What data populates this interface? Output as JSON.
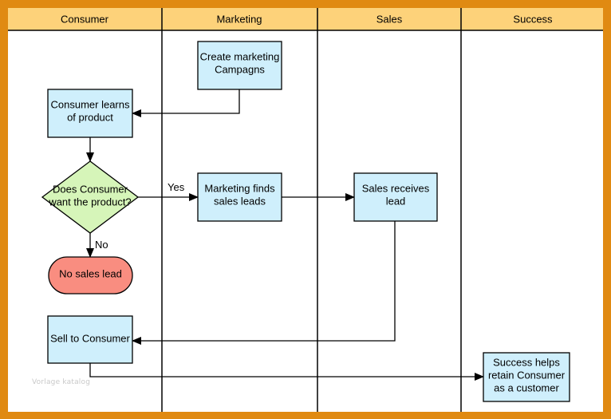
{
  "colors": {
    "frame": "#e08a12",
    "lane_header": "#fdd27a",
    "process_fill": "#cfeffc",
    "decision_fill": "#d6f5b9",
    "terminal_fill": "#f98d80",
    "line": "#000000"
  },
  "lanes": [
    {
      "title": "Consumer"
    },
    {
      "title": "Marketing"
    },
    {
      "title": "Sales"
    },
    {
      "title": "Success"
    }
  ],
  "nodes": {
    "create_marketing": {
      "shape": "process",
      "lines": [
        "Create marketing",
        "Campagns"
      ]
    },
    "consumer_learns": {
      "shape": "process",
      "lines": [
        "Consumer learns",
        "of product"
      ]
    },
    "decision": {
      "shape": "decision",
      "lines": [
        "Does Consumer",
        "want the product?"
      ]
    },
    "marketing_finds": {
      "shape": "process",
      "lines": [
        "Marketing finds",
        "sales leads"
      ]
    },
    "sales_receives": {
      "shape": "process",
      "lines": [
        "Sales receives",
        "lead"
      ]
    },
    "no_sales_lead": {
      "shape": "terminal",
      "lines": [
        "No sales lead"
      ]
    },
    "sell_to_consumer": {
      "shape": "process",
      "lines": [
        "Sell to Consumer"
      ]
    },
    "success_helps": {
      "shape": "process",
      "lines": [
        "Success helps",
        "retain Consumer",
        "as a customer"
      ]
    }
  },
  "edges": [
    {
      "from": "create_marketing",
      "to": "consumer_learns",
      "label": ""
    },
    {
      "from": "consumer_learns",
      "to": "decision",
      "label": ""
    },
    {
      "from": "decision",
      "to": "marketing_finds",
      "label": "Yes"
    },
    {
      "from": "decision",
      "to": "no_sales_lead",
      "label": "No"
    },
    {
      "from": "marketing_finds",
      "to": "sales_receives",
      "label": ""
    },
    {
      "from": "sales_receives",
      "to": "sell_to_consumer",
      "label": ""
    },
    {
      "from": "sell_to_consumer",
      "to": "success_helps",
      "label": ""
    }
  ],
  "watermark": "Vorlage katalog"
}
